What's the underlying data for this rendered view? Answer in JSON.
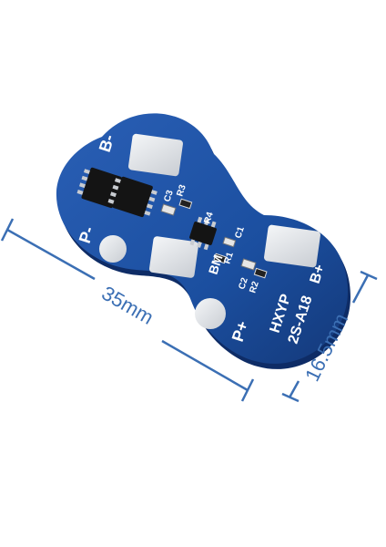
{
  "image": {
    "subject": "2S 18650 lithium battery protection board",
    "colors": {
      "pcb": "#1b4fa0",
      "pcb_dark": "#14397a",
      "pcb_edge": "#0e2c66",
      "pad": "#dfe3e8",
      "silkscreen": "#ffffff",
      "dimension_line": "#3b6fb4",
      "chip": "#141414"
    }
  },
  "silkscreen": {
    "b_minus": "B-",
    "b_plus": "B+",
    "bm": "BM",
    "p_minus": "P-",
    "p_plus": "P+",
    "brand": "HXYP",
    "model": "2S-A18",
    "c3": "C3",
    "r3": "R3",
    "c1": "C1",
    "r1": "R1",
    "c2": "C2",
    "r2": "R2",
    "r4": "R4"
  },
  "dimensions": {
    "length": "35mm",
    "width": "16.5mm"
  }
}
